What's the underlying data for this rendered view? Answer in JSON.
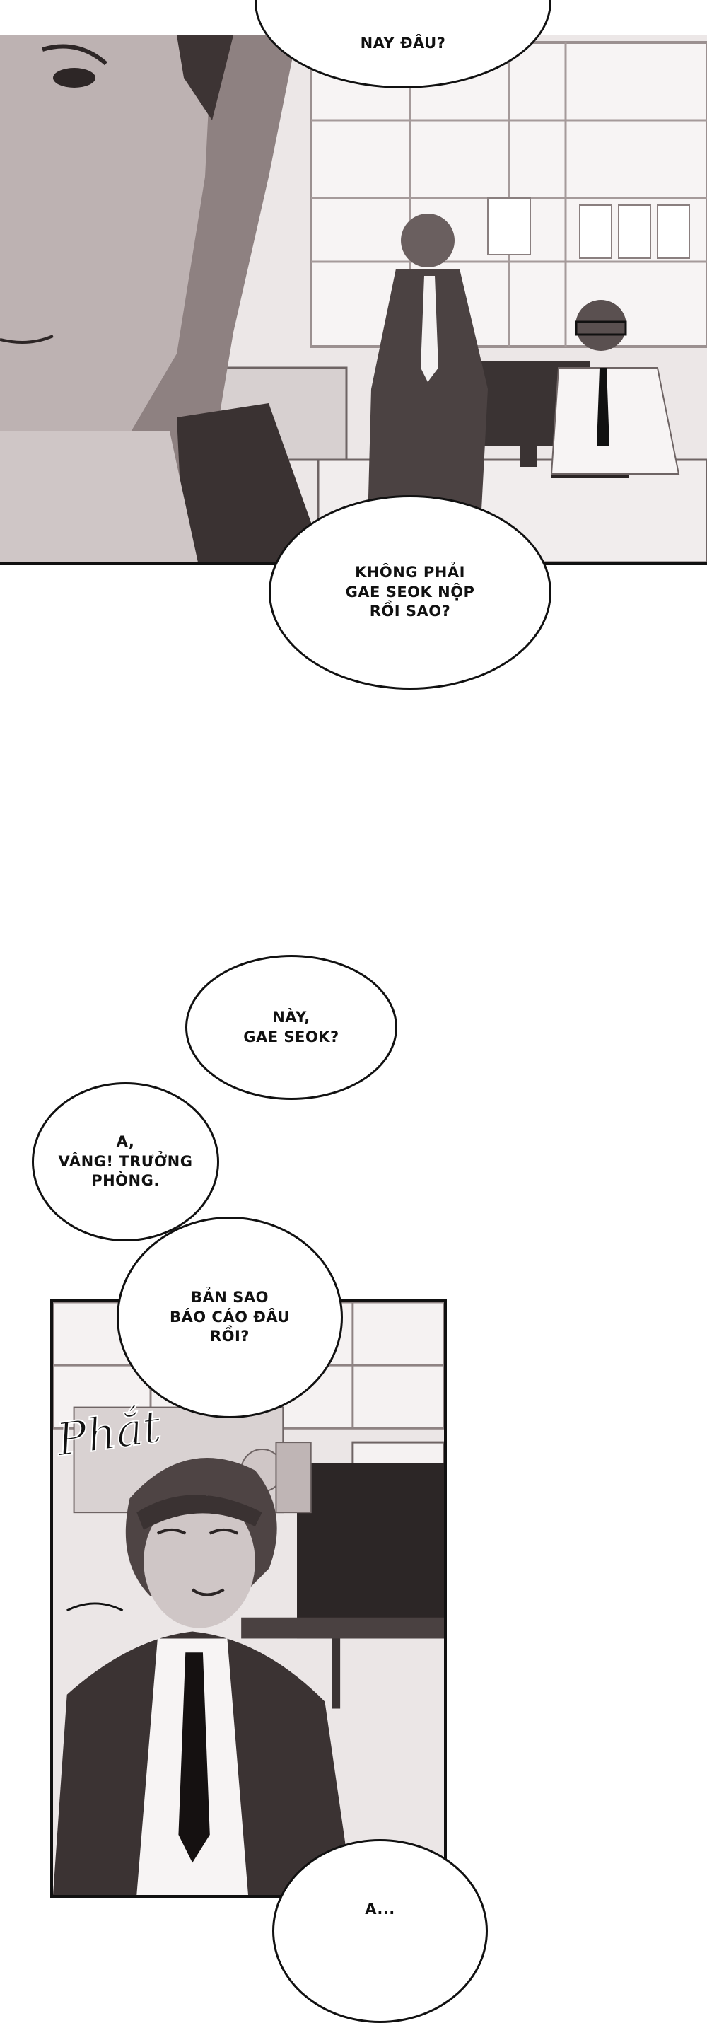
{
  "bubbles": {
    "b1": "NAY ĐÂU?",
    "b2": "KHÔNG PHẢI\nGAE SEOK NỘP\nRỒI SAO?",
    "b3": "NÀY,\nGAE SEOK?",
    "b4": "A,\nVÂNG! TRƯỞNG\nPHÒNG.",
    "b5": "BẢN SAO\nBÁO CÁO ĐÂU\nRỒI?",
    "b6": "A..."
  },
  "sfx": {
    "phat": "Phắt"
  }
}
